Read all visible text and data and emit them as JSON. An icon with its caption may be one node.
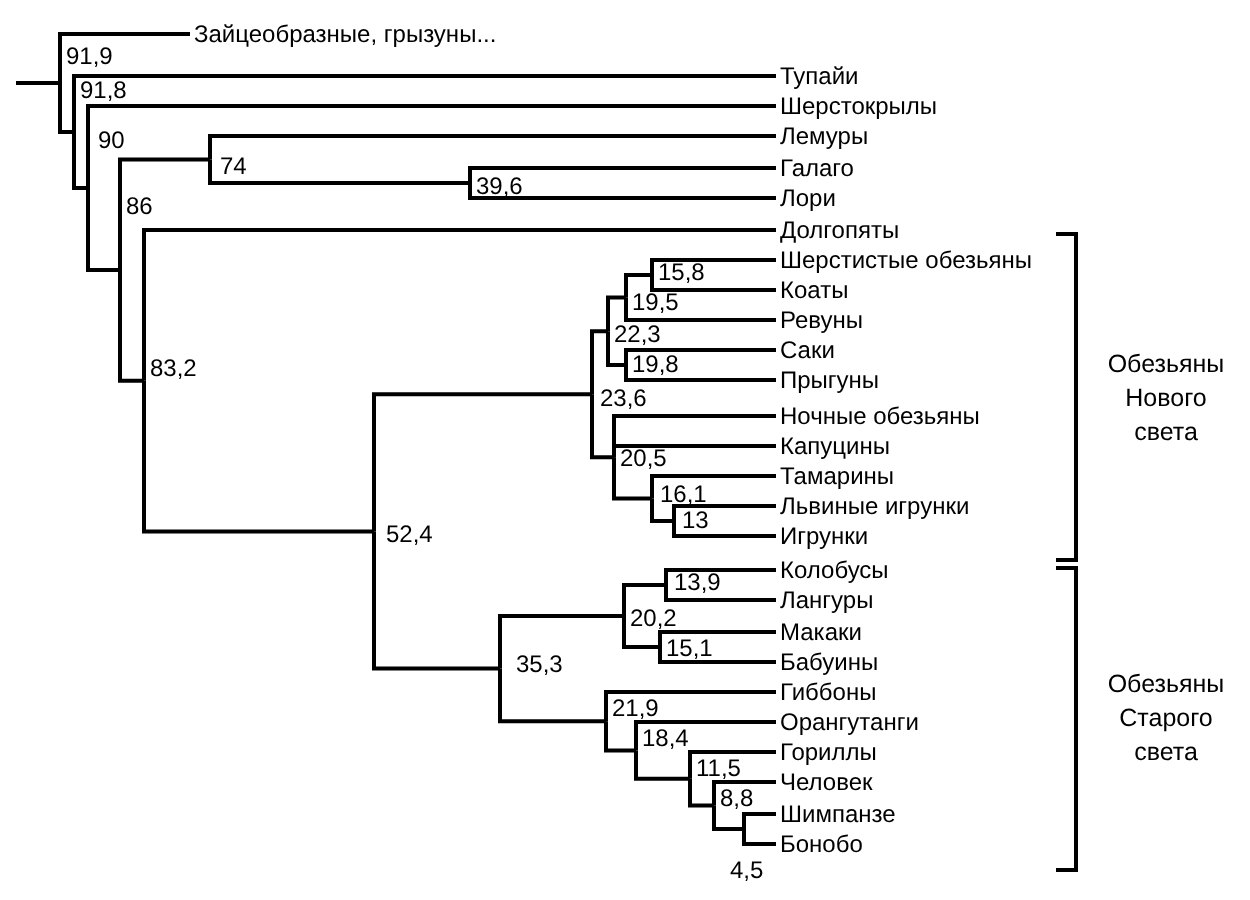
{
  "diagram": {
    "nodes": [
      {
        "text": [
          "91,9"
        ]
      },
      {
        "text": [
          "Зайцеобразные, грызуны..."
        ]
      },
      {
        "text": [
          "91,8"
        ]
      },
      {
        "text": [
          "Тупайи"
        ]
      },
      {
        "text": [
          "90"
        ]
      },
      {
        "text": [
          "Шерстокрылы"
        ]
      },
      {
        "text": [
          "86"
        ]
      },
      {
        "text": [
          "74"
        ]
      },
      {
        "text": [
          "Лемуры"
        ]
      },
      {
        "text": [
          "39,6"
        ]
      },
      {
        "text": [
          "Галаго"
        ]
      },
      {
        "text": [
          "Лори"
        ]
      },
      {
        "text": [
          "83,2"
        ]
      },
      {
        "text": [
          "Долгопяты"
        ]
      },
      {
        "text": [
          "52,4"
        ]
      },
      {
        "text": [
          "23,6"
        ]
      },
      {
        "text": [
          "22,3"
        ]
      },
      {
        "text": [
          "19,5"
        ]
      },
      {
        "text": [
          "15,8"
        ]
      },
      {
        "text": [
          "Шерстистые обезьяны"
        ]
      },
      {
        "text": [
          "Коаты"
        ]
      },
      {
        "text": [
          "Ревуны"
        ]
      },
      {
        "text": [
          "19,8"
        ]
      },
      {
        "text": [
          "Саки"
        ]
      },
      {
        "text": [
          "Прыгуны"
        ]
      },
      {
        "text": [
          "20,5"
        ]
      },
      {
        "text": [
          "Ночные обезьяны"
        ]
      },
      {
        "text": [
          "Капуцины"
        ]
      },
      {
        "text": [
          "16,1"
        ]
      },
      {
        "text": [
          "Тамарины"
        ]
      },
      {
        "text": [
          "13"
        ]
      },
      {
        "text": [
          "Львиные игрунки"
        ]
      },
      {
        "text": [
          "Игрунки"
        ]
      },
      {
        "text": [
          "35,3"
        ]
      },
      {
        "text": [
          "20,2"
        ]
      },
      {
        "text": [
          "13,9"
        ]
      },
      {
        "text": [
          "Колобусы"
        ]
      },
      {
        "text": [
          "Лангуры"
        ]
      },
      {
        "text": [
          "15,1"
        ]
      },
      {
        "text": [
          "Макаки"
        ]
      },
      {
        "text": [
          "Бабуины"
        ]
      },
      {
        "text": [
          "21,9"
        ]
      },
      {
        "text": [
          "Гиббоны"
        ]
      },
      {
        "text": [
          "18,4"
        ]
      },
      {
        "text": [
          "Орангутанги"
        ]
      },
      {
        "text": [
          "11,5"
        ]
      },
      {
        "text": [
          "Гориллы"
        ]
      },
      {
        "text": [
          "8,8"
        ]
      },
      {
        "text": [
          "Человек"
        ]
      },
      {
        "text": [
          "4,5"
        ]
      },
      {
        "text": [
          "Шимпанзе"
        ]
      },
      {
        "text": [
          "Бонобо"
        ]
      }
    ],
    "edges": [
      {
        "from": null,
        "to": 0,
        "arrow": "none"
      },
      {
        "from": 0,
        "to": 1,
        "arrow": "none"
      },
      {
        "from": 0,
        "to": 2,
        "arrow": "none"
      },
      {
        "from": 2,
        "to": 3,
        "arrow": "none"
      },
      {
        "from": 2,
        "to": 4,
        "arrow": "none"
      },
      {
        "from": 4,
        "to": 5,
        "arrow": "none"
      },
      {
        "from": 4,
        "to": 6,
        "arrow": "none"
      },
      {
        "from": 6,
        "to": 7,
        "arrow": "none"
      },
      {
        "from": 7,
        "to": 8,
        "arrow": "none"
      },
      {
        "from": 7,
        "to": 9,
        "arrow": "none"
      },
      {
        "from": 9,
        "to": 10,
        "arrow": "none"
      },
      {
        "from": 9,
        "to": 11,
        "arrow": "none"
      },
      {
        "from": 6,
        "to": 12,
        "arrow": "none"
      },
      {
        "from": 12,
        "to": 13,
        "arrow": "none"
      },
      {
        "from": 12,
        "to": 14,
        "arrow": "none"
      },
      {
        "from": 14,
        "to": 15,
        "arrow": "none"
      },
      {
        "from": 15,
        "to": 16,
        "arrow": "none"
      },
      {
        "from": 16,
        "to": 17,
        "arrow": "none"
      },
      {
        "from": 17,
        "to": 18,
        "arrow": "none"
      },
      {
        "from": 18,
        "to": 19,
        "arrow": "none"
      },
      {
        "from": 18,
        "to": 20,
        "arrow": "none"
      },
      {
        "from": 17,
        "to": 21,
        "arrow": "none"
      },
      {
        "from": 16,
        "to": 22,
        "arrow": "none"
      },
      {
        "from": 22,
        "to": 23,
        "arrow": "none"
      },
      {
        "from": 22,
        "to": 24,
        "arrow": "none"
      },
      {
        "from": 15,
        "to": 25,
        "arrow": "none"
      },
      {
        "from": 25,
        "to": 26,
        "arrow": "none"
      },
      {
        "from": 25,
        "to": 27,
        "arrow": "none"
      },
      {
        "from": 25,
        "to": 28,
        "arrow": "none"
      },
      {
        "from": 28,
        "to": 29,
        "arrow": "none"
      },
      {
        "from": 28,
        "to": 30,
        "arrow": "none"
      },
      {
        "from": 30,
        "to": 31,
        "arrow": "none"
      },
      {
        "from": 30,
        "to": 32,
        "arrow": "none"
      },
      {
        "from": 14,
        "to": 33,
        "arrow": "none"
      },
      {
        "from": 33,
        "to": 34,
        "arrow": "none"
      },
      {
        "from": 34,
        "to": 35,
        "arrow": "none"
      },
      {
        "from": 35,
        "to": 36,
        "arrow": "none"
      },
      {
        "from": 35,
        "to": 37,
        "arrow": "none"
      },
      {
        "from": 34,
        "to": 38,
        "arrow": "none"
      },
      {
        "from": 38,
        "to": 39,
        "arrow": "none"
      },
      {
        "from": 38,
        "to": 40,
        "arrow": "none"
      },
      {
        "from": 33,
        "to": 41,
        "arrow": "none"
      },
      {
        "from": 41,
        "to": 42,
        "arrow": "none"
      },
      {
        "from": 41,
        "to": 43,
        "arrow": "none"
      },
      {
        "from": 43,
        "to": 44,
        "arrow": "none"
      },
      {
        "from": 43,
        "to": 45,
        "arrow": "none"
      },
      {
        "from": 45,
        "to": 46,
        "arrow": "none"
      },
      {
        "from": 45,
        "to": 47,
        "arrow": "none"
      },
      {
        "from": 47,
        "to": 48,
        "arrow": "none"
      },
      {
        "from": 47,
        "to": 49,
        "arrow": "none"
      },
      {
        "from": 49,
        "to": 50,
        "arrow": "none"
      },
      {
        "from": 49,
        "to": 51,
        "arrow": "none"
      }
    ],
    "labels": [
      "Обезьяны Нового света",
      "Обезьяны Старого света"
    ]
  }
}
